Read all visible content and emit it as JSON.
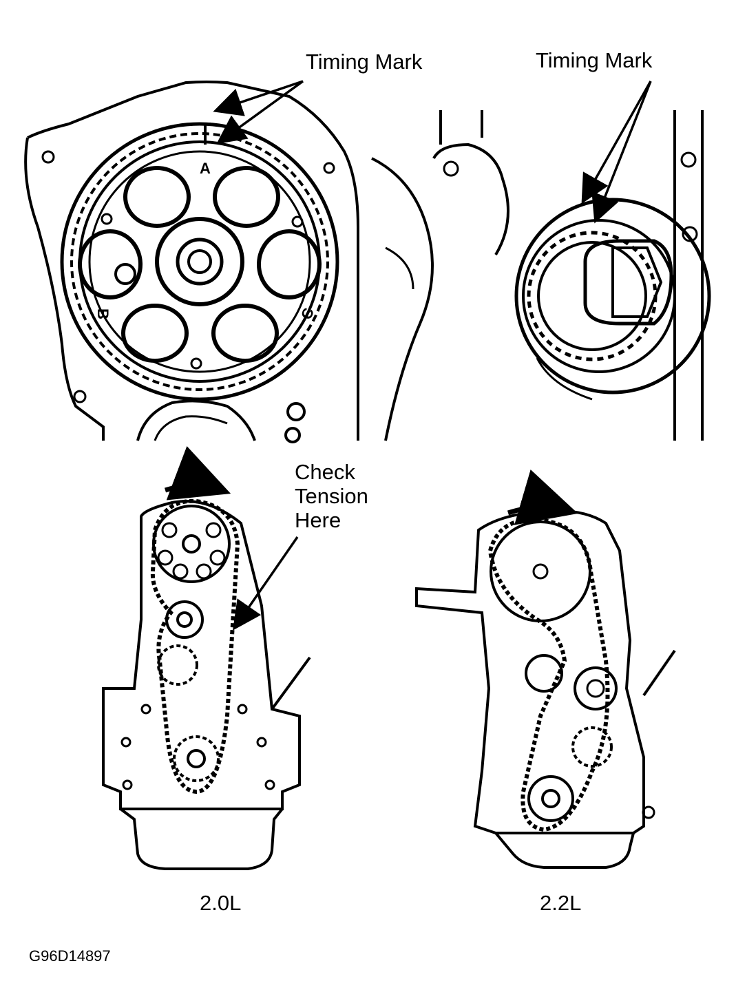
{
  "labels": {
    "timing_mark_left": "Timing Mark",
    "timing_mark_right": "Timing Mark",
    "check_tension_line1": "Check",
    "check_tension_line2": "Tension",
    "check_tension_line3": "Here",
    "engine_left": "2.0L",
    "engine_right": "2.2L",
    "figure_code": "G96D14897"
  },
  "sprocket_letters": {
    "top": "A",
    "left": "B",
    "right": "C"
  },
  "icons": [
    "arrow-icon",
    "rotation-arrow-icon"
  ],
  "colors": {
    "ink": "#000000",
    "paper": "#ffffff"
  }
}
